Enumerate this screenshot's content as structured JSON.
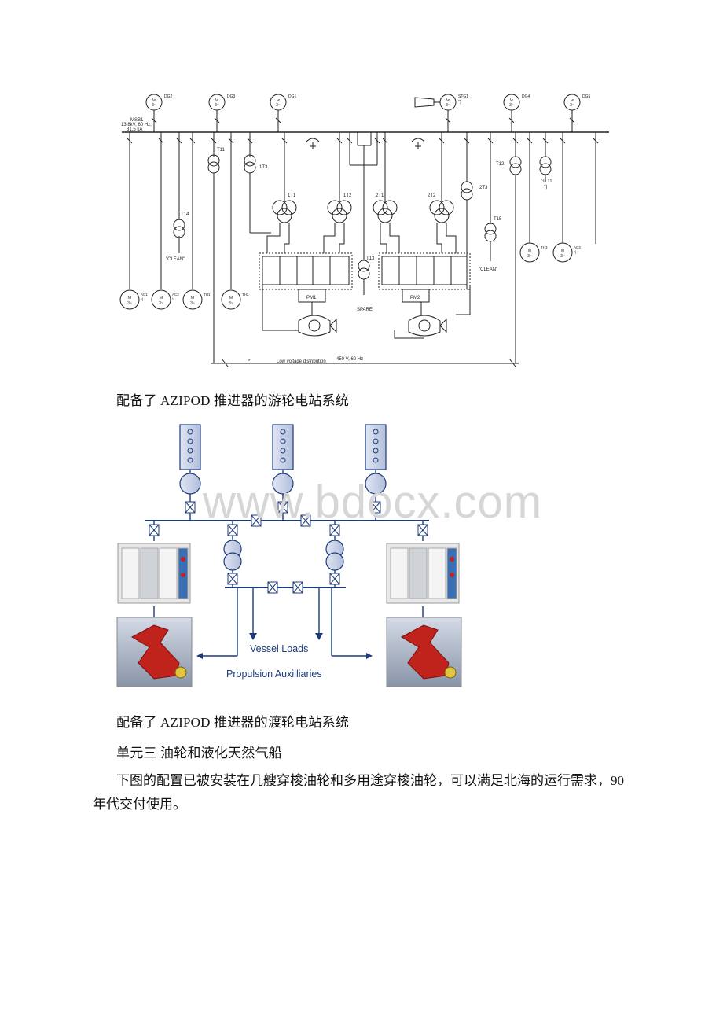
{
  "diagram1": {
    "bus_label": "MSB1",
    "bus_spec_1": "13.8kV, 60 Hz,",
    "bus_spec_2": "31.5 kA",
    "generators": [
      {
        "symbol": "G",
        "phase": "3~",
        "id": "DG2"
      },
      {
        "symbol": "G",
        "phase": "3~",
        "id": "DG3"
      },
      {
        "symbol": "G",
        "phase": "3~",
        "id": "DG1"
      },
      {
        "symbol": "G",
        "phase": "3~",
        "id": "STG1"
      },
      {
        "symbol": "G",
        "phase": "3~",
        "id": "DG4"
      },
      {
        "symbol": "G",
        "phase": "3~",
        "id": "DG5"
      }
    ],
    "transformers": {
      "t11": "T11",
      "t3": "1T3",
      "t14": "T14",
      "t1t1": "1T1",
      "t1t2": "1T2",
      "t2t1": "2T1",
      "t2t2": "2T2",
      "t2t3": "2T3",
      "t12": "T12",
      "gt11": "GT11",
      "t15": "T15",
      "t13": "T13"
    },
    "notes": {
      "star": "*)",
      "clean_left": "\"CLEAN\"",
      "clean_right": "\"CLEAN\"",
      "spare": "SPARE",
      "pm1": "PM1",
      "pm2": "PM2",
      "lv_star": "*)",
      "lv_label": "Low voltage distribution",
      "lv_spec": "450 V, 60 Hz"
    },
    "motors": [
      {
        "symbol": "M",
        "phase": "3~",
        "id": "AC1",
        "note": "*)"
      },
      {
        "symbol": "M",
        "phase": "3~",
        "id": "AC2",
        "note": "*)"
      },
      {
        "symbol": "M",
        "phase": "3~",
        "id": "TH1",
        "note": ""
      },
      {
        "symbol": "M",
        "phase": "3~",
        "id": "TH2",
        "note": ""
      },
      {
        "symbol": "M",
        "phase": "3~",
        "id": "TH3",
        "note": ""
      },
      {
        "symbol": "M",
        "phase": "3~",
        "id": "AC3",
        "note": "*)"
      }
    ]
  },
  "caption1": "配备了 AZIPOD 推进器的游轮电站系统",
  "diagram2": {
    "vessel_loads": "Vessel Loads",
    "propulsion_aux": "Propulsion Auxilliaries",
    "accent_color": "#1d3b7a",
    "engine_color": "#c8d2ea",
    "azipod_color": "#c0221c"
  },
  "watermark": "www.bdocx.com",
  "caption2": "配备了 AZIPOD 推进器的渡轮电站系统",
  "heading": "单元三 油轮和液化天然气船",
  "paragraph": "下图的配置已被安装在几艘穿梭油轮和多用途穿梭油轮，可以满足北海的运行需求，90 年代交付使用。"
}
